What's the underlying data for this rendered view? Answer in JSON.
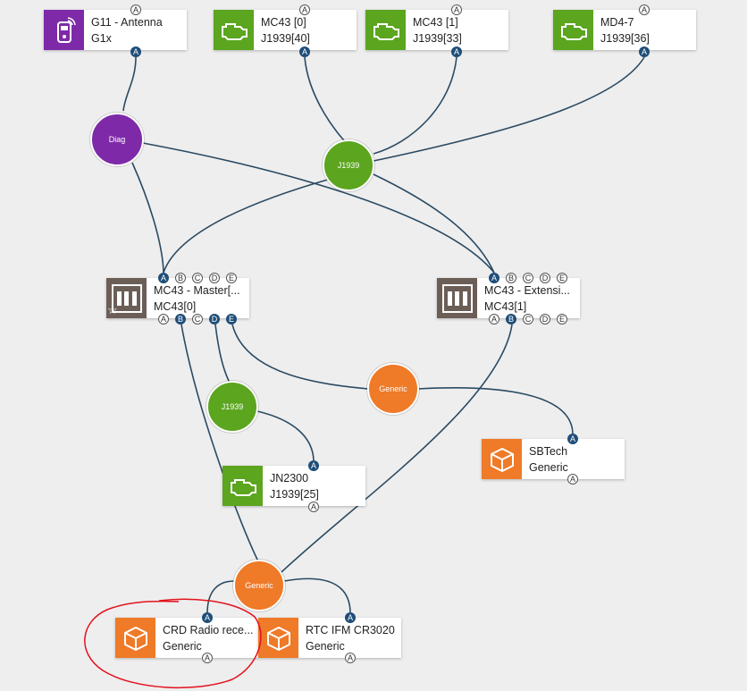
{
  "colors": {
    "edge": "#2a4a62",
    "active_port": "#1f4e79",
    "purple": "#7e2aa8",
    "green": "#5ba51f",
    "orange": "#ef7a28",
    "highlight": "#e3121c"
  },
  "nodes": {
    "g11": {
      "title": "G11 - Antenna",
      "sub": "G1x",
      "icon": "antenna-device-icon"
    },
    "mc43_0_top": {
      "title": "MC43 [0]",
      "sub": "J1939[40]",
      "icon": "engine-icon"
    },
    "mc43_1_top": {
      "title": "MC43 [1]",
      "sub": "J1939[33]",
      "icon": "engine-icon"
    },
    "md4_7": {
      "title": "MD4-7",
      "sub": "J1939[36]",
      "icon": "engine-icon"
    },
    "mc43_master": {
      "title": "MC43 - Master[...",
      "sub": "MC43[0]",
      "icon": "controller-icon"
    },
    "mc43_ext": {
      "title": "MC43 - Extensi...",
      "sub": "MC43[1]",
      "icon": "controller-icon"
    },
    "sbtech": {
      "title": "SBTech",
      "sub": "Generic",
      "icon": "box-icon"
    },
    "jn2300": {
      "title": "JN2300",
      "sub": "J1939[25]",
      "icon": "engine-icon"
    },
    "crd": {
      "title": "CRD Radio rece...",
      "sub": "Generic",
      "icon": "box-icon"
    },
    "rtc": {
      "title": "RTC IFM CR3020",
      "sub": "Generic",
      "icon": "box-icon"
    }
  },
  "buses": {
    "diag": "Diag",
    "j1939_top": "J1939",
    "generic_mid": "Generic",
    "j1939_mid": "J1939",
    "generic_bottom": "Generic"
  },
  "ports": {
    "a": "A",
    "b": "B",
    "c": "C",
    "d": "D",
    "e": "E"
  }
}
